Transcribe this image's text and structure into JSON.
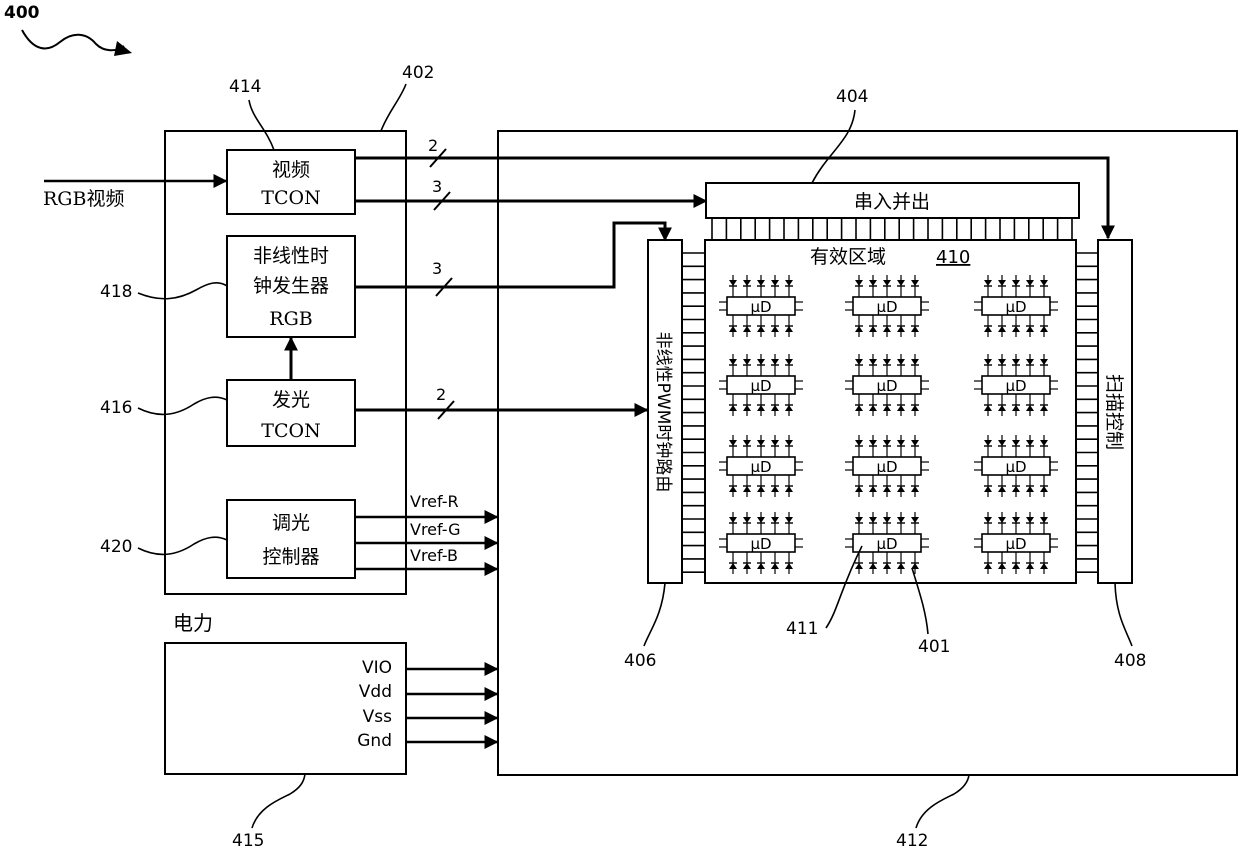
{
  "figure_label": "400",
  "reference_numerals": {
    "tcon_block": "402",
    "sipo": "404",
    "pwm_router": "406",
    "scan_control": "408",
    "display_panel": "412",
    "video_tcon": "414",
    "power_source": "415",
    "emission_tcon": "416",
    "nonlinear_clock": "418",
    "dimming_controller": "420",
    "micro_driver_callout": "411",
    "led_callout": "401"
  },
  "input_label": "RGB视频",
  "blocks": {
    "video_tcon": [
      "视频",
      "TCON"
    ],
    "nonlinear_clock": [
      "非线性时",
      "钟发生器",
      "RGB"
    ],
    "emission_tcon": [
      "发光",
      "TCON"
    ],
    "dimming_controller": [
      "调光",
      "控制器"
    ],
    "sipo": "串入并出",
    "active_area": "有效区域",
    "active_area_ref": "410",
    "pwm_router": "非线性PWM时钟路由",
    "scan_control": "扫描控制",
    "power_title": "电力",
    "micro_driver": "μD"
  },
  "bus_widths": {
    "video_to_scan": "2",
    "video_to_sipo": "3",
    "clock_to_router": "3",
    "emission_to_router": "2"
  },
  "vref_lines": [
    "Vref-R",
    "Vref-G",
    "Vref-B"
  ],
  "power_lines": [
    "VIO",
    "Vdd",
    "Vss",
    "Gnd"
  ]
}
